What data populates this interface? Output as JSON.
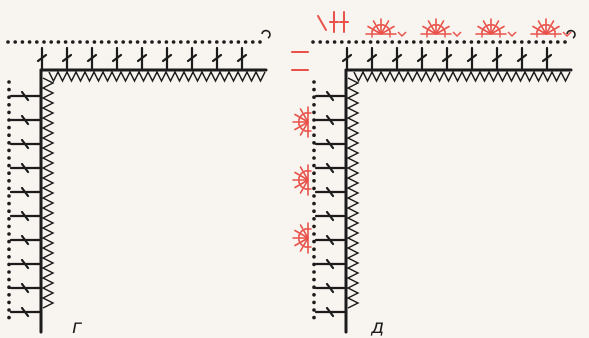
{
  "labels": {
    "left": "г",
    "right": "д"
  },
  "colors": {
    "background": "#f8f4ef",
    "ink": "#1c1c1c",
    "accent": "#e8524a"
  },
  "diagrams": [
    {
      "name": "diagram-g",
      "highlighted": false
    },
    {
      "name": "diagram-d",
      "highlighted": true
    }
  ]
}
